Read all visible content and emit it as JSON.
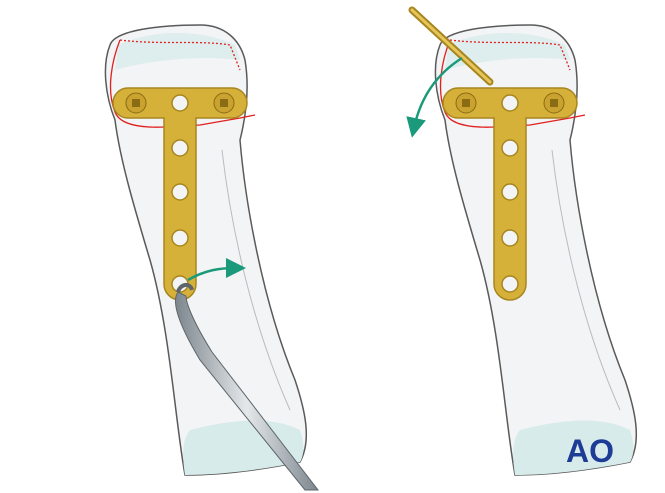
{
  "figure": {
    "left_panel": {
      "step": "plate-positioning-with-hook"
    },
    "right_panel": {
      "step": "k-wire-and-reduction"
    },
    "logo": {
      "text": "AO"
    }
  },
  "colors": {
    "bone_fill": "#f3f4f5",
    "bone_outline": "#5a5a5a",
    "cartilage": "#d8ebeb",
    "plate": "#d6b13a",
    "plate_dark": "#a8861f",
    "fracture_line": "#e0201e",
    "arrow": "#1a9a7a",
    "instrument": "#9aa3aa",
    "logo": "#1d3c96"
  }
}
